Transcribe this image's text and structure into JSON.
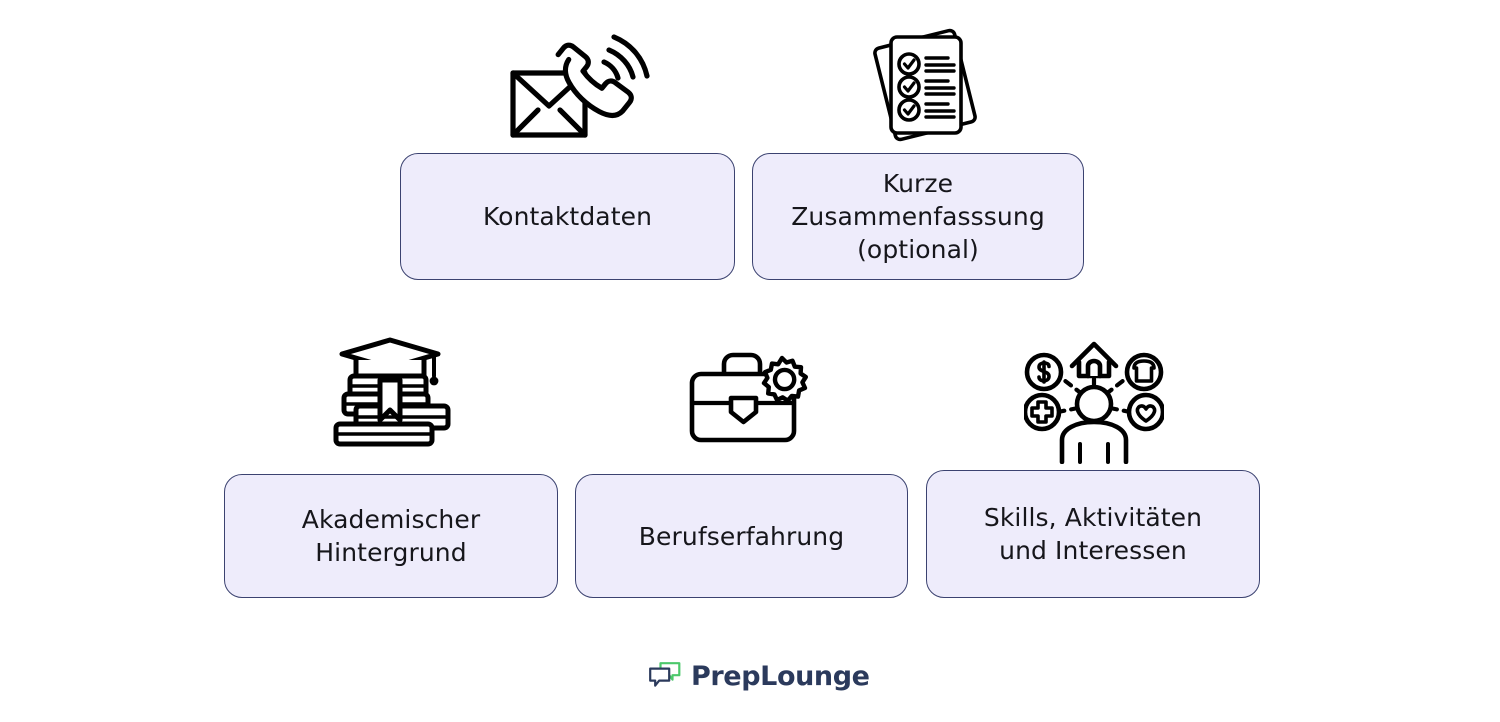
{
  "page": {
    "background": "#ffffff",
    "card_fill": "#eeecfb",
    "card_border": "#3b4270",
    "text_color": "#16161b",
    "icon_color": "#000000"
  },
  "top_row": [
    {
      "id": "contact",
      "label": "Kontaktdaten",
      "icon": "envelope-phone-icon"
    },
    {
      "id": "summary",
      "label": "Kurze\nZusammenfasssung\n(optional)",
      "icon": "checklist-documents-icon"
    }
  ],
  "bottom_row": [
    {
      "id": "academic",
      "label": "Akademischer\nHintergrund",
      "icon": "graduation-books-icon"
    },
    {
      "id": "work",
      "label": "Berufserfahrung",
      "icon": "briefcase-gear-icon"
    },
    {
      "id": "skills",
      "label": "Skills, Aktivitäten\nund Interessen",
      "icon": "person-network-icon"
    }
  ],
  "footer": {
    "logo_text": "PrepLounge",
    "logo_mark": "speech-bubbles-icon",
    "logo_text_color": "#2b3a5c",
    "logo_accent_color": "#4cc86b"
  }
}
